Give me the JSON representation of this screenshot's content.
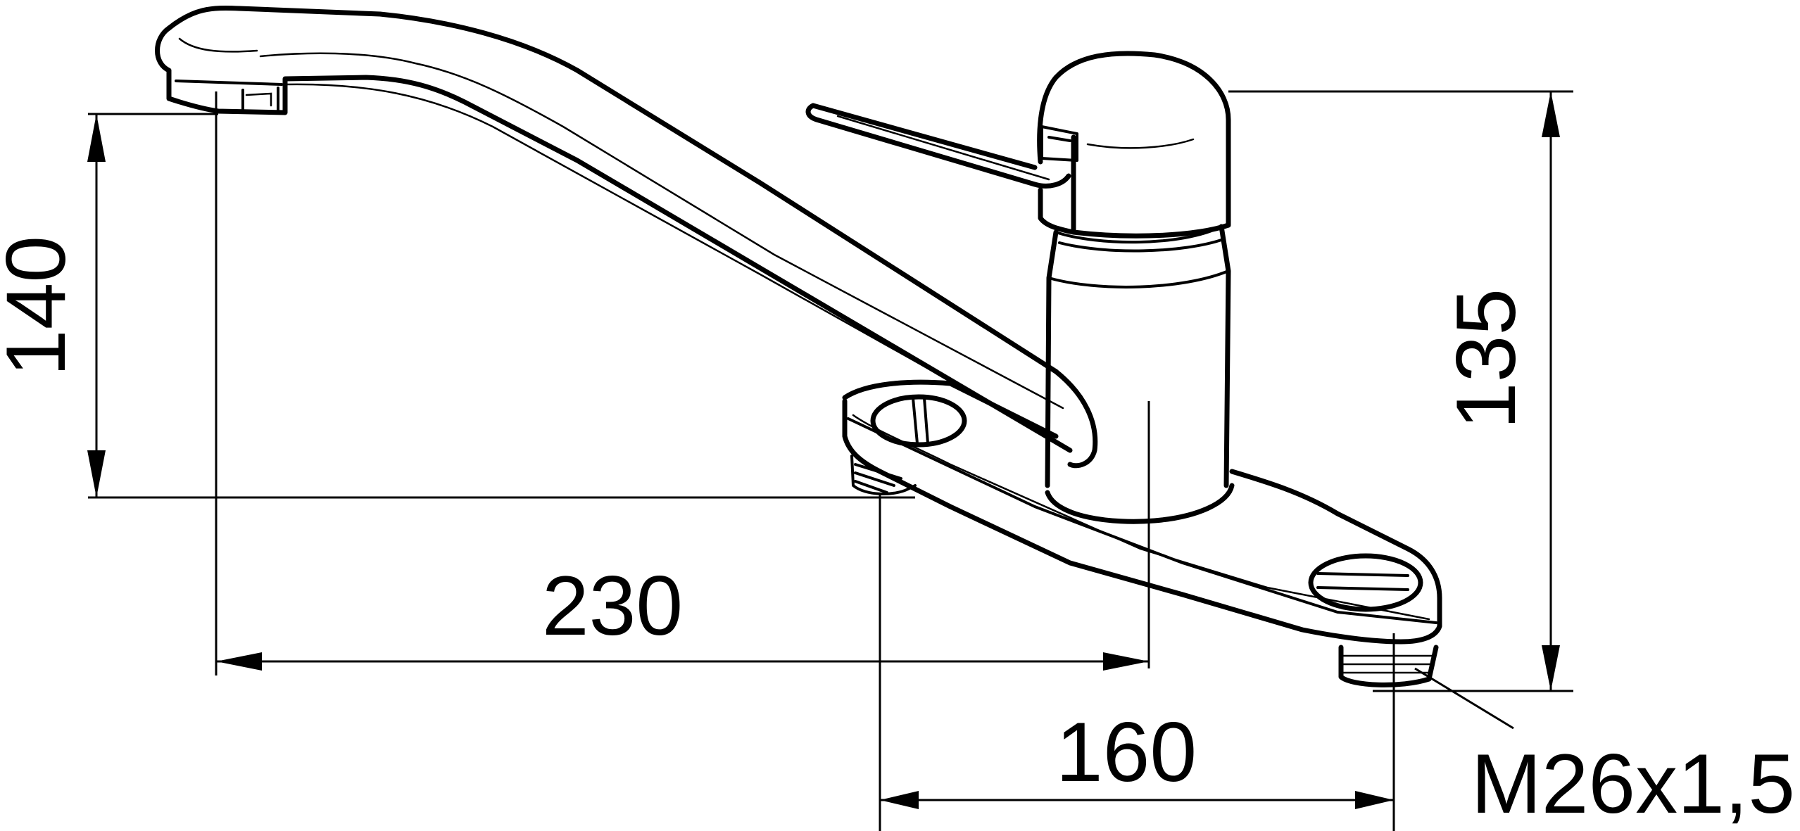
{
  "dimensions": {
    "spout_height": "140",
    "body_height": "135",
    "spout_reach": "230",
    "hole_spacing": "160",
    "thread": "M26x1,5"
  }
}
